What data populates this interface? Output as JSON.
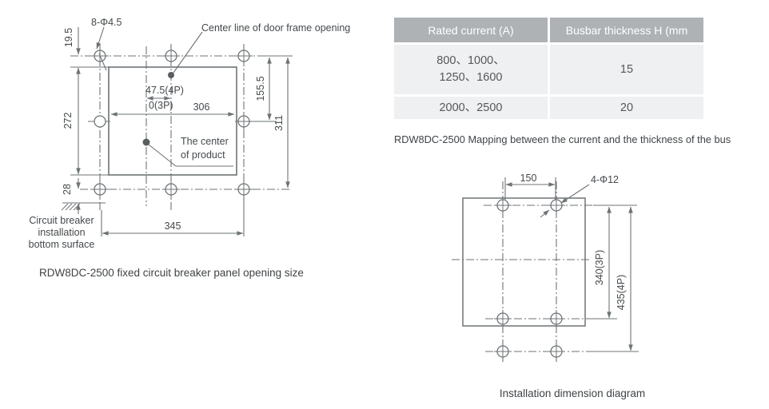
{
  "panel_drawing": {
    "caption": "RDW8DC-2500 fixed circuit breaker panel opening size",
    "labels": {
      "hole_spec": "8-Φ4.5",
      "door_centerline": "Center line of door frame opening",
      "product_center": [
        "The center",
        "of product"
      ],
      "bottom_surface": [
        "Circuit breaker",
        "installation",
        "bottom surface"
      ]
    },
    "dims": {
      "top_hole_offset": "19.5",
      "opening_height": "272",
      "bottom_hole_offset": "28",
      "hole_span_width": "345",
      "opening_width": "306",
      "center_offset_4p": "47.5(4P)",
      "center_offset_3p": "0(3P)",
      "upper_hole_span": "155.5",
      "hole_span_height": "311"
    }
  },
  "busbar_table": {
    "col1_header": "Rated current (A)",
    "col2_header": "Busbar thickness H (mm",
    "rows": [
      {
        "current_line1": "800、1000、",
        "current_line2": "1250、1600",
        "thickness": "15"
      },
      {
        "current_line1": "2000、2500",
        "thickness": "20"
      }
    ],
    "caption": "RDW8DC-2500 Mapping between the current and the thickness of the bus"
  },
  "installation_drawing": {
    "caption": "Installation dimension diagram",
    "dims": {
      "hole_spacing": "150",
      "hole_spec": "4-Φ12",
      "height_3p": "340(3P)",
      "height_4p": "435(4P)"
    }
  },
  "colors": {
    "line": "#6e7376",
    "text": "#45494c",
    "table_header_bg": "#aeb2b5",
    "table_header_text": "#ffffff",
    "table_row_bg": "#eef0f1",
    "table_row_text": "#55585b"
  }
}
